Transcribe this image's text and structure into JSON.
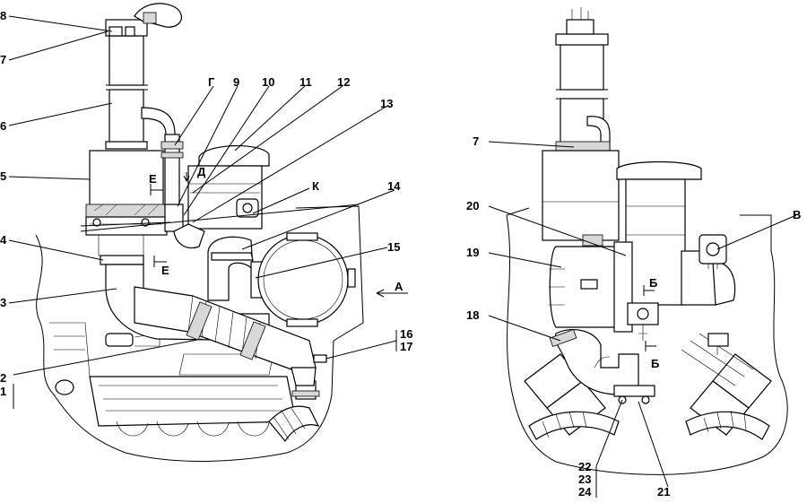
{
  "diagram": {
    "labels": {
      "l8": "8",
      "l7": "7",
      "l6": "6",
      "l5": "5",
      "l4": "4",
      "l3": "3",
      "l2": "2",
      "l1": "1",
      "lG": "Г",
      "l9": "9",
      "l10": "10",
      "l11": "11",
      "l12": "12",
      "l13": "13",
      "lE1": "Е",
      "lD": "Д",
      "lK": "К",
      "l14": "14",
      "lE2": "Е",
      "l15": "15",
      "lA": "А",
      "l16": "16",
      "l17": "17",
      "r7": "7",
      "r20": "20",
      "r19": "19",
      "rB1": "Б",
      "r18": "18",
      "rB2": "Б",
      "rV": "В",
      "r22": "22",
      "r23": "23",
      "r24": "24",
      "r21": "21"
    }
  }
}
